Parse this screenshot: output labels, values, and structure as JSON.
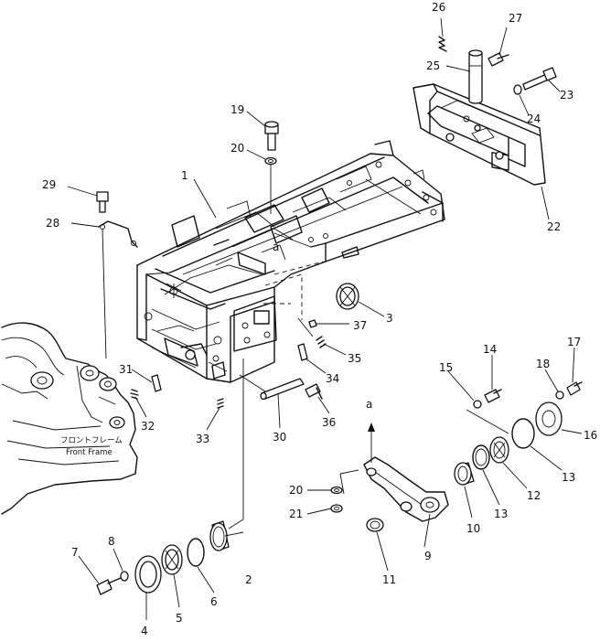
{
  "callouts": [
    {
      "id": "c1",
      "label": "1"
    },
    {
      "id": "c2",
      "label": "2"
    },
    {
      "id": "c3",
      "label": "3"
    },
    {
      "id": "c4",
      "label": "4"
    },
    {
      "id": "c5",
      "label": "5"
    },
    {
      "id": "c6",
      "label": "6"
    },
    {
      "id": "c7",
      "label": "7"
    },
    {
      "id": "c8",
      "label": "8"
    },
    {
      "id": "c9",
      "label": "9"
    },
    {
      "id": "c10",
      "label": "10"
    },
    {
      "id": "c11",
      "label": "11"
    },
    {
      "id": "c12",
      "label": "12"
    },
    {
      "id": "c13a",
      "label": "13"
    },
    {
      "id": "c13b",
      "label": "13"
    },
    {
      "id": "c14",
      "label": "14"
    },
    {
      "id": "c15",
      "label": "15"
    },
    {
      "id": "c16",
      "label": "16"
    },
    {
      "id": "c17",
      "label": "17"
    },
    {
      "id": "c18",
      "label": "18"
    },
    {
      "id": "c19",
      "label": "19"
    },
    {
      "id": "c20a",
      "label": "20"
    },
    {
      "id": "c20b",
      "label": "20"
    },
    {
      "id": "c21",
      "label": "21"
    },
    {
      "id": "c22",
      "label": "22"
    },
    {
      "id": "c23",
      "label": "23"
    },
    {
      "id": "c24",
      "label": "24"
    },
    {
      "id": "c25",
      "label": "25"
    },
    {
      "id": "c26",
      "label": "26"
    },
    {
      "id": "c27",
      "label": "27"
    },
    {
      "id": "c28",
      "label": "28"
    },
    {
      "id": "c29",
      "label": "29"
    },
    {
      "id": "c30",
      "label": "30"
    },
    {
      "id": "c31",
      "label": "31"
    },
    {
      "id": "c32",
      "label": "32"
    },
    {
      "id": "c33",
      "label": "33"
    },
    {
      "id": "c34",
      "label": "34"
    },
    {
      "id": "c35",
      "label": "35"
    },
    {
      "id": "c36",
      "label": "36"
    },
    {
      "id": "c37",
      "label": "37"
    }
  ],
  "reference_marks": {
    "frame": "a",
    "arrow": "a"
  },
  "front_frame_label": {
    "japanese": "フロントフレーム",
    "english": "Front Frame"
  }
}
